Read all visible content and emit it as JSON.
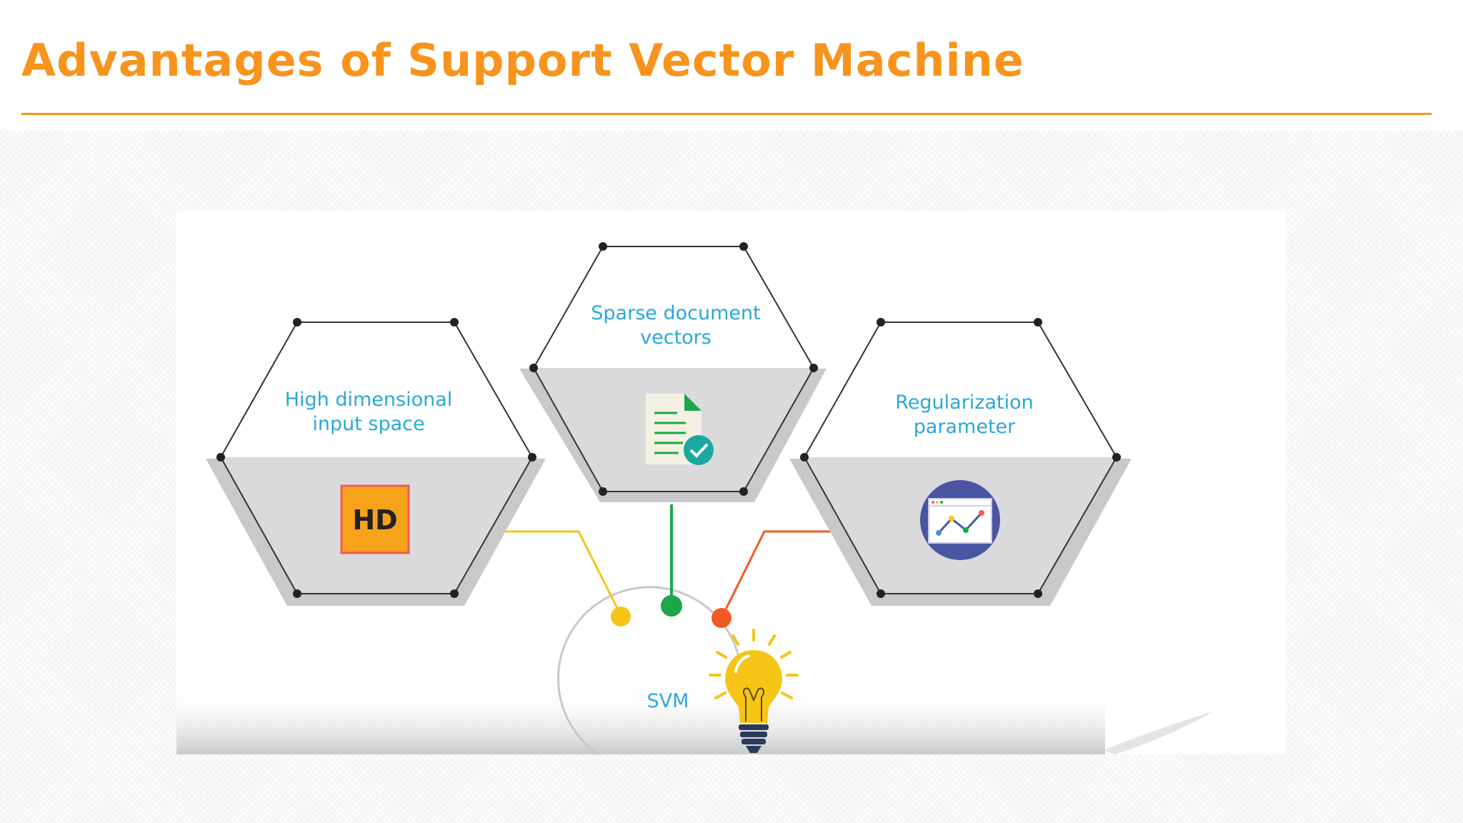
{
  "slide": {
    "title": "Advantages of Support Vector Machine"
  },
  "diagram": {
    "center": {
      "label": "SVM",
      "icon": "lightbulb-icon"
    },
    "advantages": [
      {
        "line1": "High dimensional",
        "line2": "input space",
        "icon": "hd-icon",
        "connector_color": "#f5c518"
      },
      {
        "line1": "Sparse document",
        "line2": "vectors",
        "icon": "document-check-icon",
        "connector_color": "#1aa84a"
      },
      {
        "line1": "Regularization",
        "line2": "parameter",
        "icon": "chart-window-icon",
        "connector_color": "#f15a22"
      }
    ],
    "hd_icon_text": "HD"
  },
  "colors": {
    "accent": "#f7941d",
    "label": "#2aa8d8",
    "hex_fill": "#d9d9dc",
    "node": "#222222"
  }
}
